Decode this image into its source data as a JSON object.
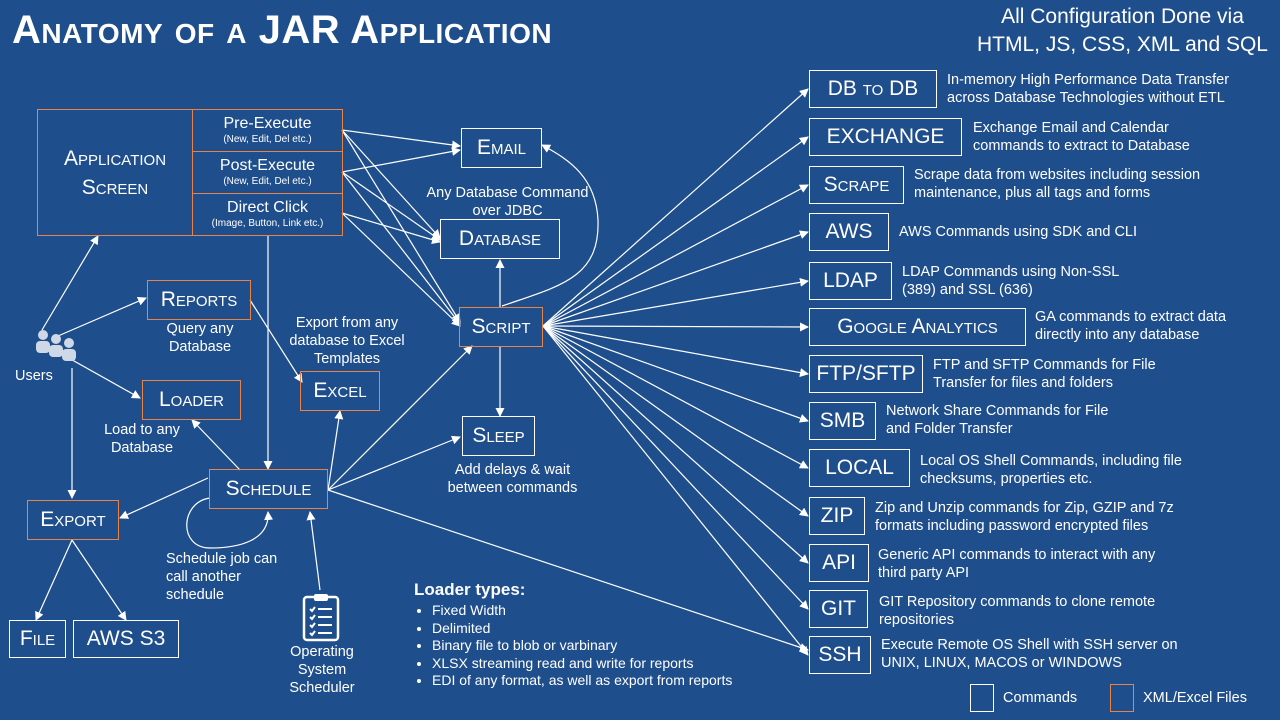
{
  "title": "Anatomy of a JAR Application",
  "subtitle": {
    "line1": "All Configuration Done via",
    "line2": "HTML, JS, CSS, XML and SQL"
  },
  "app_screen": {
    "label": "Application Screen",
    "pre_execute": "Pre-Execute",
    "pre_execute_sub": "(New, Edit, Del etc.)",
    "post_execute": "Post-Execute",
    "post_execute_sub": "(New, Edit, Del etc.)",
    "direct_click": "Direct Click",
    "direct_click_sub": "(Image, Button, Link etc.)"
  },
  "nodes": {
    "email": "Email",
    "database": "Database",
    "database_desc": "Any Database Command over JDBC",
    "script": "Script",
    "sleep": "Sleep",
    "sleep_desc": "Add delays & wait between commands",
    "reports": "Reports",
    "reports_desc": "Query any Database",
    "loader": "Loader",
    "loader_desc": "Load to any Database",
    "excel": "Excel",
    "excel_desc": "Export from any database to Excel Templates",
    "schedule": "Schedule",
    "schedule_desc": "Schedule job can call another schedule",
    "export": "Export",
    "file": "File",
    "aws_s3": "AWS S3",
    "users": "Users",
    "os_scheduler": "Operating System Scheduler"
  },
  "commands": [
    {
      "label": "DB to DB",
      "desc": "In-memory High Performance Data Transfer across Database Technologies without ETL"
    },
    {
      "label": "EXCHANGE",
      "desc": "Exchange Email and Calendar commands to extract to Database"
    },
    {
      "label": "Scrape",
      "desc": "Scrape data from websites including session maintenance, plus all tags and forms"
    },
    {
      "label": "AWS",
      "desc": "AWS Commands using SDK and CLI"
    },
    {
      "label": "LDAP",
      "desc": "LDAP Commands using Non-SSL (389) and SSL (636)"
    },
    {
      "label": "Google Analytics",
      "desc": "GA commands to extract data directly into any database"
    },
    {
      "label": "FTP/SFTP",
      "desc": "FTP and SFTP Commands for File Transfer for files and folders"
    },
    {
      "label": "SMB",
      "desc": "Network Share Commands for File and Folder Transfer"
    },
    {
      "label": "LOCAL",
      "desc": "Local OS Shell Commands, including file checksums, properties etc."
    },
    {
      "label": "ZIP",
      "desc": "Zip and Unzip commands for Zip, GZIP and 7z formats including password encrypted files"
    },
    {
      "label": "API",
      "desc": "Generic API commands to interact with any third party API"
    },
    {
      "label": "GIT",
      "desc": "GIT Repository commands to clone remote repositories"
    },
    {
      "label": "SSH",
      "desc": "Execute Remote OS Shell with SSH server on UNIX, LINUX, MACOS or WINDOWS"
    }
  ],
  "loader_types": {
    "heading": "Loader types:",
    "items": [
      "Fixed Width",
      "Delimited",
      "Binary file to blob or varbinary",
      "XLSX streaming read and write for reports",
      "EDI of any format, as well as export from reports"
    ]
  },
  "legend": {
    "commands": "Commands",
    "xml_excel": "XML/Excel Files"
  },
  "colors": {
    "background": "#1f4e8c",
    "command_border": "#ffffff",
    "xml_border": "#e8834a"
  }
}
